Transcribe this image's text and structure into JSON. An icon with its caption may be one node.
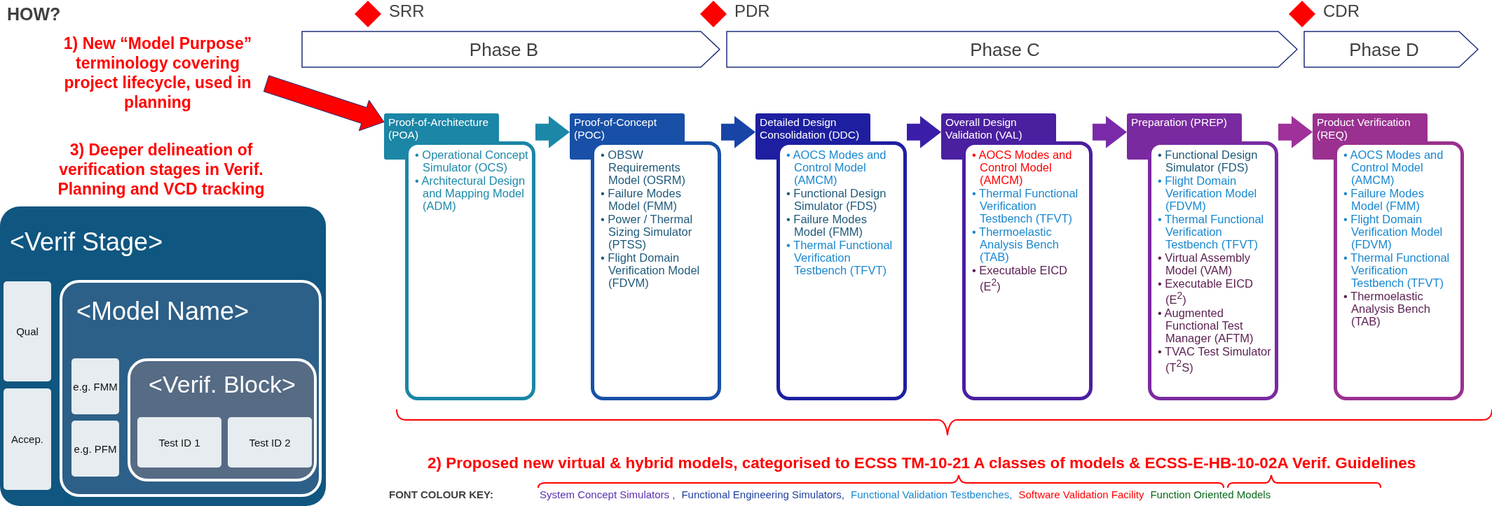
{
  "diagram": {
    "nodes": [
      {
        "text": [
          "SRR"
        ]
      },
      {
        "text": [
          "Phase B"
        ]
      },
      {
        "text": [
          "PDR"
        ]
      },
      {
        "text": [
          "Phase C"
        ]
      },
      {
        "text": [
          "CDR"
        ]
      },
      {
        "text": [
          "Phase D"
        ]
      },
      {
        "text": [
          "1) New “Model Purpose” terminology covering project lifecycle, used in planning"
        ]
      },
      {
        "text": [
          "Proof-of-Architecture (POA)",
          "• Operational Concept Simulator (OCS)",
          "• Architectural Design and Mapping Model (ADM)"
        ]
      },
      {
        "text": [
          "Proof-of-Concept (POC)",
          "• OBSW Requirements Model (OSRM)",
          "• Failure Modes Model (FMM)",
          "• Power / Thermal Sizing Simulator (PTSS)",
          "• Flight Domain Verification Model (FDVM)"
        ]
      },
      {
        "text": [
          "Detailed Design Consolidation (DDC)",
          "• AOCS Modes and Control Model (AMCM)",
          "• Functional Design Simulator (FDS)",
          "• Failure Modes Model (FMM)",
          "• Thermal Functional Verification Testbench (TFVT)"
        ]
      },
      {
        "text": [
          "Overall Design Validation (VAL)",
          "• AOCS Modes and Control Model (AMCM)",
          "• Thermal Functional Verification Testbench (TFVT)",
          "• Thermoelastic Analysis Bench (TAB)",
          "• Executable EICD (E$^{2}$)"
        ]
      },
      {
        "text": [
          "Preparation (PREP)",
          "• Functional Design Simulator (FDS)",
          "• Flight Domain Verification Model (FDVM)",
          "• Thermal Functional Verification Testbench (TFVT)",
          "• Virtual Assembly Model (VAM)",
          "• Executable EICD (E$^{2}$)",
          "• Augmented Functional Test Manager (AFTM)",
          "• TVAC Test Simulator (T$^{2}$S)"
        ]
      },
      {
        "text": [
          "Product Verification (REQ)",
          "• AOCS Modes and Control Model (AMCM)",
          "• Failure Modes Model (FMM)",
          "• Flight Domain Verification Model (FDVM)",
          "• Thermal Functional Verification Testbench (TFVT)",
          "• Thermoelastic Analysis Bench (TAB)"
        ]
      },
      {
        "text": [
          "<Verif Stage>"
        ]
      },
      {
        "text": [
          "Qual"
        ],
        "in": 13
      },
      {
        "text": [
          "Accep."
        ],
        "in": 13
      },
      {
        "text": [
          "<Model Name>"
        ],
        "in": 13
      },
      {
        "text": [
          "e.g. FMM"
        ],
        "in": 16
      },
      {
        "text": [
          "e.g. PFM"
        ],
        "in": 16
      },
      {
        "text": [
          "<Verif. Block>"
        ],
        "in": 16
      },
      {
        "text": [
          "Test ID 1"
        ],
        "in": 19
      },
      {
        "text": [
          "Test ID 2"
        ],
        "in": 19
      }
    ],
    "edges": [
      {
        "from": 6,
        "to": 7,
        "arrow": "to",
        "style": "thick",
        "color": "#ff0000"
      },
      {
        "from": 7,
        "to": 8,
        "arrow": "to",
        "style": "thick",
        "color": "#1b88a8"
      },
      {
        "from": 8,
        "to": 9,
        "arrow": "to",
        "style": "thick",
        "color": "#1844a8"
      },
      {
        "from": 9,
        "to": 10,
        "arrow": "to",
        "style": "thick",
        "color": "#3a1ea8"
      },
      {
        "from": 10,
        "to": 11,
        "arrow": "to",
        "style": "thick",
        "color": "#7a2aa8"
      },
      {
        "from": 11,
        "to": 12,
        "arrow": "to",
        "style": "thick",
        "color": "#a0309a"
      }
    ],
    "labels": [
      "HOW?",
      "3) Deeper delineation of verification stages in Verif. Planning and VCD tracking",
      "2) Proposed new virtual & hybrid models, categorised to ECSS TM-10-21 A classes of models & ECSS-E-HB-10-02A Verif. Guidelines",
      "FONT COLOUR KEY:"
    ],
    "legend": [
      {
        "text": "System Concept Simulators ,",
        "color": "#5b2fb0"
      },
      {
        "text": "Functional Engineering Simulators,",
        "color": "#1f3fa0"
      },
      {
        "text": "Functional Validation Testbenches,",
        "color": "#1a88d0"
      },
      {
        "text": "Software Validation Facility",
        "color": "#ff0000"
      },
      {
        "text": "Function Oriented Models",
        "color": "#0a6a1a"
      }
    ]
  }
}
